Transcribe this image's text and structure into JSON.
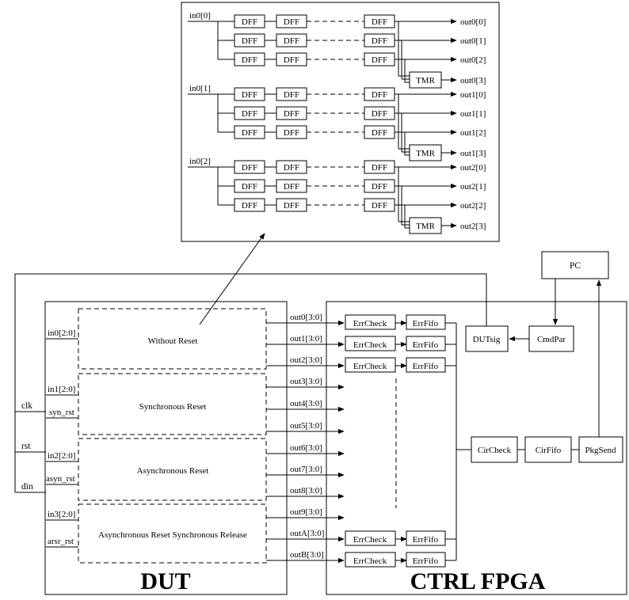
{
  "detail_panel": {
    "inputs": [
      "in0[0]",
      "in0[1]",
      "in0[2]"
    ],
    "dff_label": "DFF",
    "tmr_label": "TMR",
    "outputs": [
      [
        "out0[0]",
        "out0[1]",
        "out0[2]",
        "out0[3]"
      ],
      [
        "out1[0]",
        "out1[1]",
        "out1[2]",
        "out1[3]"
      ],
      [
        "out2[0]",
        "out2[1]",
        "out2[2]",
        "out2[3]"
      ]
    ]
  },
  "external_signals": [
    "clk",
    "rst",
    "din"
  ],
  "pc": {
    "label": "PC"
  },
  "dut": {
    "title": "DUT",
    "input_labels": [
      "in0[2:0]",
      "in1[2:0]",
      "syn_rst",
      "in2[2:0]",
      "asyn_rst",
      "in3[2:0]",
      "arsr_rst"
    ],
    "blocks": [
      "Without Reset",
      "Synchronous Reset",
      "Asynchronous Reset",
      "Asynchronous Reset Synchronous Release"
    ],
    "outputs": [
      "out0[3:0]",
      "out1[3:0]",
      "out2[3:0]",
      "out3[3:0]",
      "out4[3:0]",
      "out5[3:0]",
      "out6[3:0]",
      "out7[3:0]",
      "out8[3:0]",
      "out9[3:0]",
      "outA[3:0]",
      "outB[3:0]"
    ]
  },
  "fpga": {
    "title": "CTRL FPGA",
    "errcheck_label": "ErrCheck",
    "errfifo_label": "ErrFifo",
    "dutsig": "DUTsig",
    "cmdpar": "CmdPar",
    "circheck": "CirCheck",
    "cirfifo": "CirFifo",
    "pkgsend": "PkgSend"
  }
}
